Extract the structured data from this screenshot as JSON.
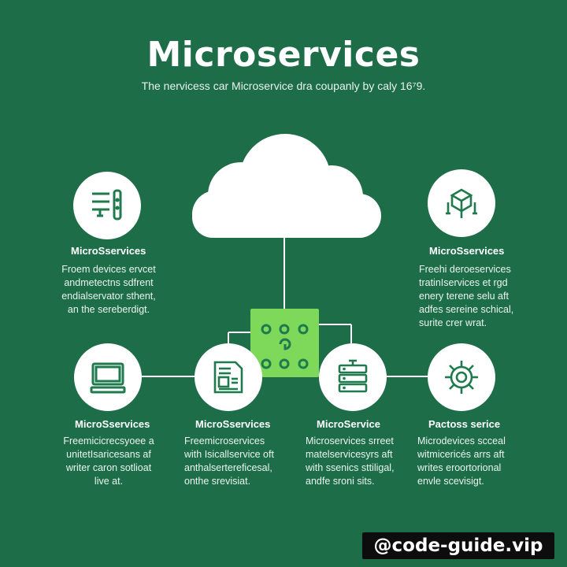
{
  "header": {
    "title": "Microservices",
    "subtitle": "The nervicess car Microservice dra coupanly by caly 16⁷9."
  },
  "nodes": [
    {
      "icon": "server-rack-icon",
      "heading": "MicroSservices",
      "text": "Froem devices ervcet\nandmetectns sdfrent\nendialservator sthent,\nan the sereberdigt."
    },
    {
      "icon": "network-cube-icon",
      "heading": "MicroSservices",
      "text": "Freehi deroeservices\ntratinIservices et rgd\nenery terene selu aft\nadfes sereine schical,\nsurite crer wrat."
    },
    {
      "icon": "monitor-icon",
      "heading": "MicroSservices",
      "text": "Freemicicrecsyoee a\nunitetIsaricesans af\nwriter caron sotlioat\nlive at."
    },
    {
      "icon": "document-icon",
      "heading": "MicroSservices",
      "text": "Freemicroservices\nwith Isicallservice oft\nanthalsertereficesal,\nonthe srevisiat."
    },
    {
      "icon": "server-stack-icon",
      "heading": "MicroService",
      "text": "Microservices srreet\nmatelservicesyrs aft\nwith ssenics sttiligal,\nandfe sroni sits."
    },
    {
      "icon": "gear-icon",
      "heading": "Pactoss serice",
      "text": "Microdevices scceal\nwitmicericés arrs aft\nwrites eroortorional\nenvle scevisigt."
    }
  ],
  "watermark": "@code-guide.vip",
  "colors": {
    "background": "#1d6d49",
    "hub": "#7ed85a",
    "icon_green": "#1f7a4d",
    "white": "#ffffff"
  }
}
